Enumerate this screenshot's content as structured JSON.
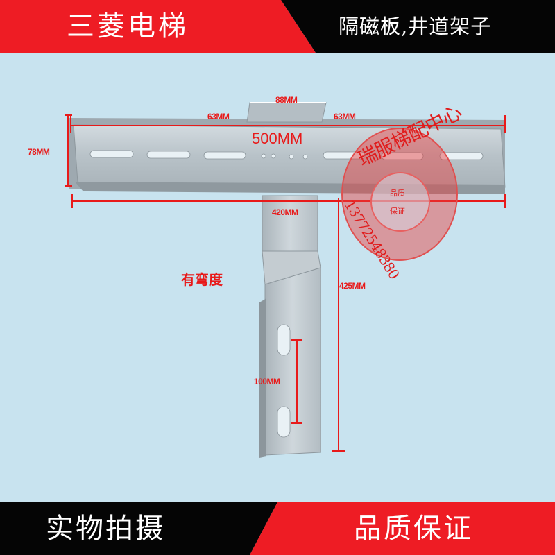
{
  "header": {
    "brand": "三菱电梯",
    "product": "隔磁板,井道架子",
    "colors": {
      "dark": "#050505",
      "accent": "#ee1c24"
    }
  },
  "dimensions": {
    "top_tab": "88MM",
    "left_offset": "63MM",
    "right_offset": "63MM",
    "total_length": "500MM",
    "height": "78MM",
    "inner_length": "420MM",
    "bend_note": "有弯度",
    "vertical_length": "425MM",
    "hole_spacing": "100MM",
    "color": "#e81a1a"
  },
  "stamp": {
    "arc_text": "瑞服梯配中心",
    "center_line1": "品质",
    "center_line2": "保证",
    "phone": "13772548380"
  },
  "footer": {
    "left_label": "实物拍摄",
    "right_label": "品质保证"
  }
}
